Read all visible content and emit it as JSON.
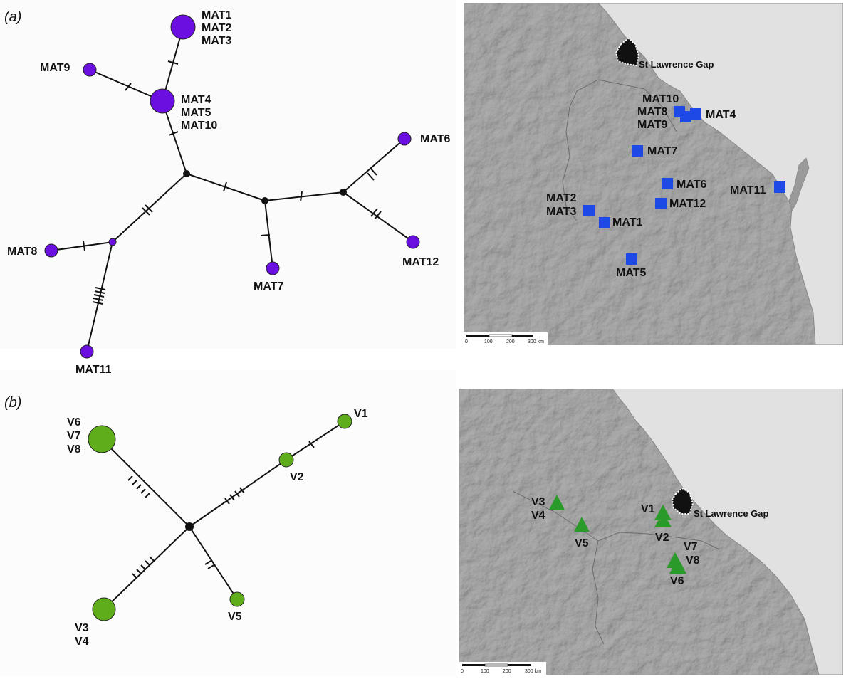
{
  "panels": {
    "a": {
      "tag_open": "(",
      "tag_letter": "a",
      "tag_close": ")",
      "network_labels": {
        "hap_top": [
          "MAT1",
          "MAT2",
          "MAT3"
        ],
        "hap_mid": [
          "MAT4",
          "MAT5",
          "MAT10"
        ],
        "mat9": "MAT9",
        "mat6": "MAT6",
        "mat8": "MAT8",
        "mat7": "MAT7",
        "mat12": "MAT12",
        "mat11": "MAT11"
      },
      "map": {
        "place_label": "St Lawrence Gap",
        "sites": {
          "mat10": "MAT10",
          "mat8": "MAT8",
          "mat9": "MAT9",
          "mat4": "MAT4",
          "mat7": "MAT7",
          "mat6": "MAT6",
          "mat12": "MAT12",
          "mat11": "MAT11",
          "mat2": "MAT2",
          "mat3": "MAT3",
          "mat1": "MAT1",
          "mat5": "MAT5"
        },
        "scale": [
          "0",
          "100",
          "200",
          "300 km"
        ]
      }
    },
    "b": {
      "tag_open": "(",
      "tag_letter": "b",
      "tag_close": ")",
      "network_labels": {
        "hap_big": [
          "V6",
          "V7",
          "V8"
        ],
        "v1": "V1",
        "v2": "V2",
        "v5": "V5",
        "hap_low": [
          "V3",
          "V4"
        ]
      },
      "map": {
        "place_label": "St Lawrence Gap",
        "sites": {
          "v3": "V3",
          "v4": "V4",
          "v5": "V5",
          "v1": "V1",
          "v2": "V2",
          "v7": "V7",
          "v8": "V8",
          "v6": "V6"
        },
        "scale": [
          "0",
          "100",
          "200",
          "300 km"
        ]
      }
    }
  },
  "colors": {
    "haplotype_a": "#6a0fe0",
    "haplotype_b": "#5fad1a",
    "site_square": "#1f49e6",
    "site_triangle": "#2a9a2a",
    "terrain": "#a9a9a9",
    "sea": "#e1e1e1",
    "median_vector": "#111111"
  },
  "icons": {
    "site_a": "blue-square-marker",
    "site_b": "green-triangle-marker",
    "highlight_area": "black-area-white-dotted-outline"
  }
}
